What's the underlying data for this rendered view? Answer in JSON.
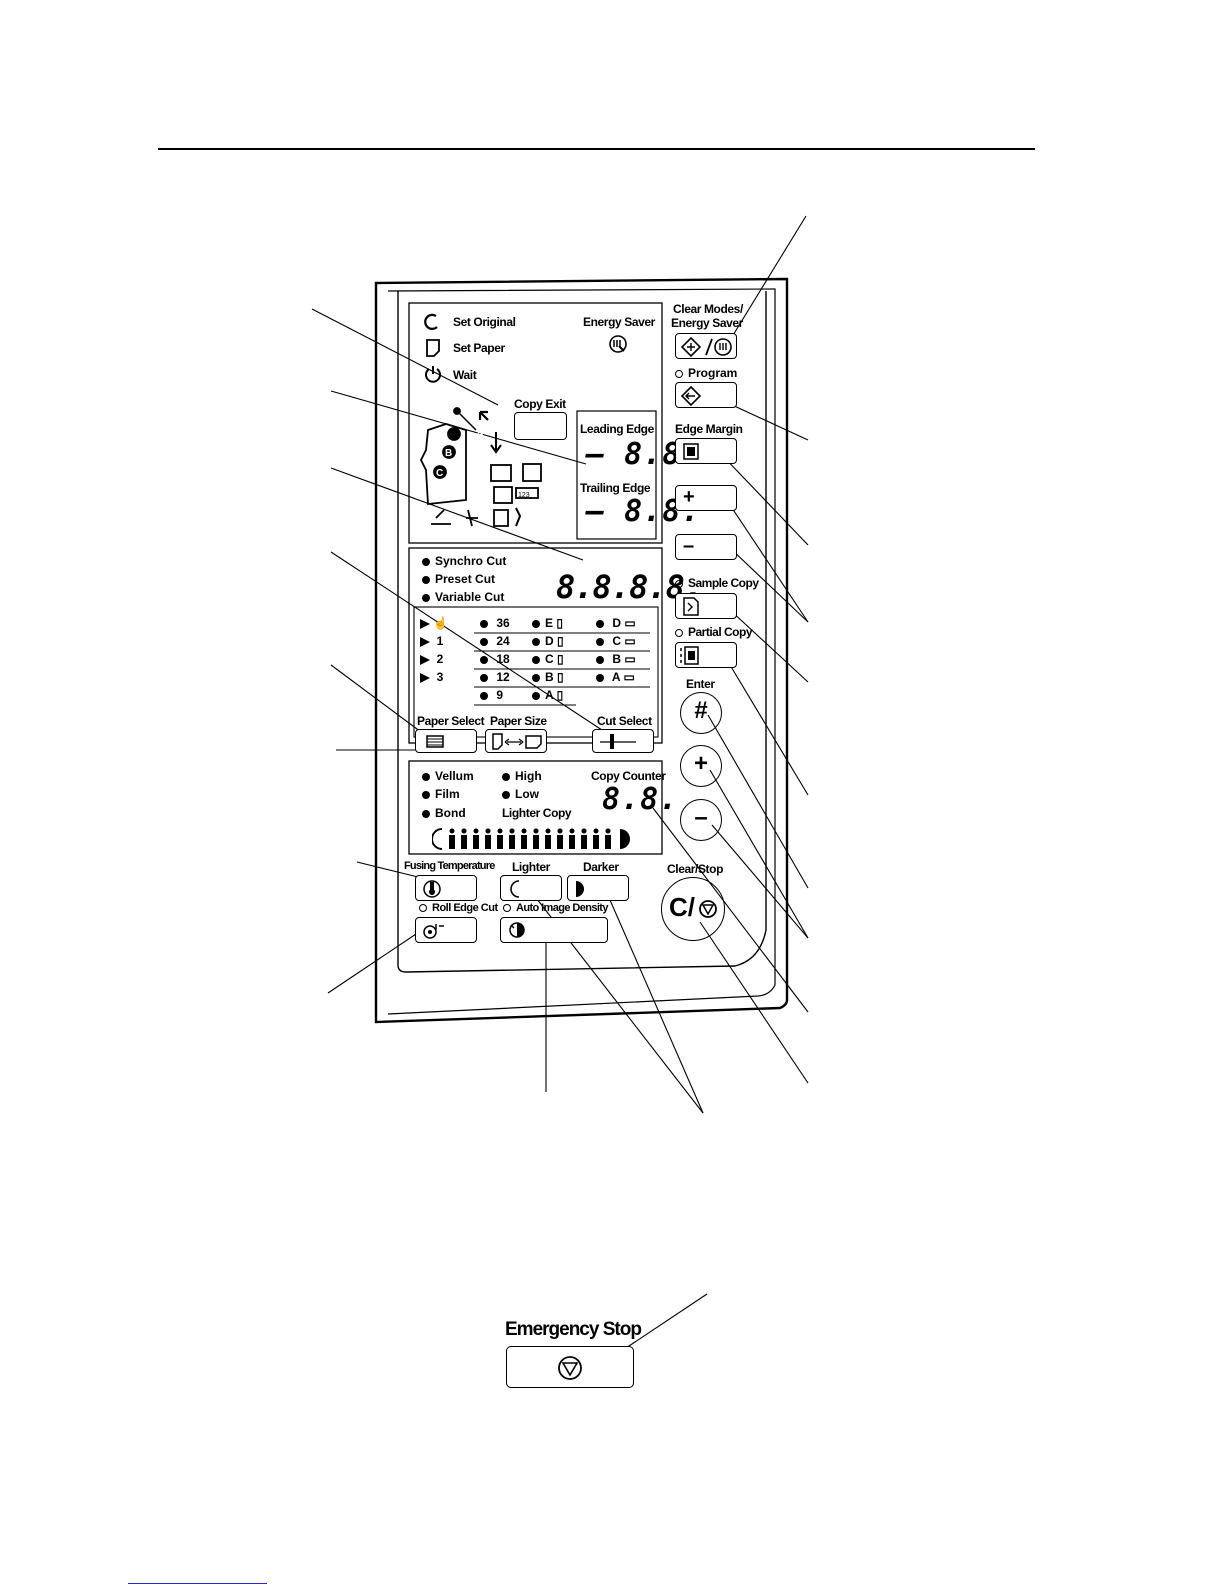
{
  "status": {
    "set_original": "Set Original",
    "set_paper": "Set Paper",
    "wait": "Wait",
    "energy_saver": "Energy Saver",
    "copy_exit": "Copy Exit",
    "leading_edge": "Leading Edge",
    "trailing_edge": "Trailing Edge",
    "edge_digits": "– 8.8.",
    "mini_counter": "123"
  },
  "cut": {
    "synchro": "Synchro Cut",
    "preset": "Preset Cut",
    "variable": "Variable Cut",
    "display": "8.8.8.8."
  },
  "paper_table": {
    "col1": [
      "1",
      "2",
      "3"
    ],
    "col2": [
      "36",
      "24",
      "18",
      "12",
      "9"
    ],
    "col3": [
      "E",
      "D",
      "C",
      "B",
      "A"
    ],
    "col4": [
      "D",
      "C",
      "B",
      "A"
    ]
  },
  "selectors": {
    "paper_select": "Paper Select",
    "paper_size": "Paper Size",
    "cut_select": "Cut Select"
  },
  "density": {
    "vellum": "Vellum",
    "film": "Film",
    "bond": "Bond",
    "high": "High",
    "low": "Low",
    "lighter_copy": "Lighter Copy",
    "copy_counter": "Copy Counter",
    "counter_value": "8.8."
  },
  "bottom_keys": {
    "fusing_temperature": "Fusing Temperature",
    "lighter": "Lighter",
    "darker": "Darker",
    "roll_edge_cut": "Roll Edge Cut",
    "auto_image_density": "Auto Image Density"
  },
  "right_keys": {
    "clear_modes": "Clear Modes/",
    "energy_saver": "Energy Saver",
    "program": "Program",
    "edge_margin": "Edge Margin",
    "plus": "+",
    "minus": "–",
    "sample_copy": "Sample Copy",
    "partial_copy": "Partial Copy",
    "enter": "Enter",
    "enter_symbol": "#",
    "clear_stop": "Clear/Stop",
    "clear_stop_symbol": "C/"
  },
  "emergency": {
    "label": "Emergency Stop"
  }
}
